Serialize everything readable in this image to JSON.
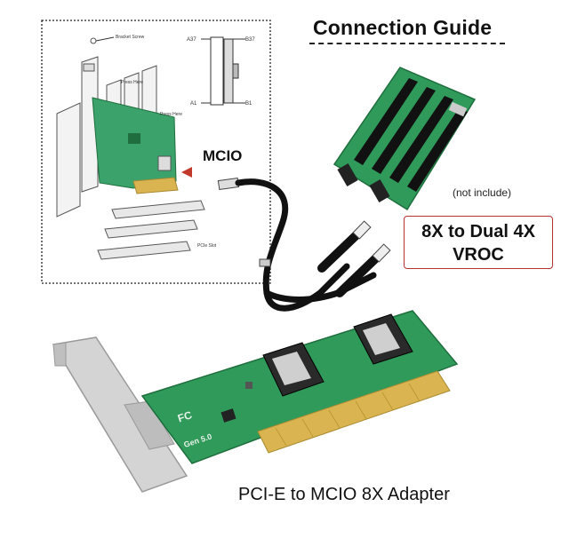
{
  "guide": {
    "title": "Connection Guide",
    "not_included": "(not include)",
    "vroc_line1": "8X to Dual 4X",
    "vroc_line2": "VROC"
  },
  "cable": {
    "label": "MCIO"
  },
  "adapter": {
    "caption": "PCI-E  to MCIO 8X Adapter",
    "silkscreen_gen": "Gen 5.0",
    "silkscreen_fc": "FC"
  },
  "schematic": {
    "bracket_screw": "Bracket Screw",
    "press_here_top": "Press Here",
    "press_here_right": "Press Here",
    "pcie_slot": "PCIe Slot",
    "pin_a37": "A37",
    "pin_b37": "B37",
    "pin_a1": "A1",
    "pin_b1": "B1"
  },
  "colors": {
    "pcb_green": "#2f9a5a",
    "pcb_dark": "#1f6e3d",
    "gold_fingers": "#d9b450",
    "bracket": "#cfcfcf",
    "vroc_border": "#b7322c",
    "cable": "#111111"
  }
}
